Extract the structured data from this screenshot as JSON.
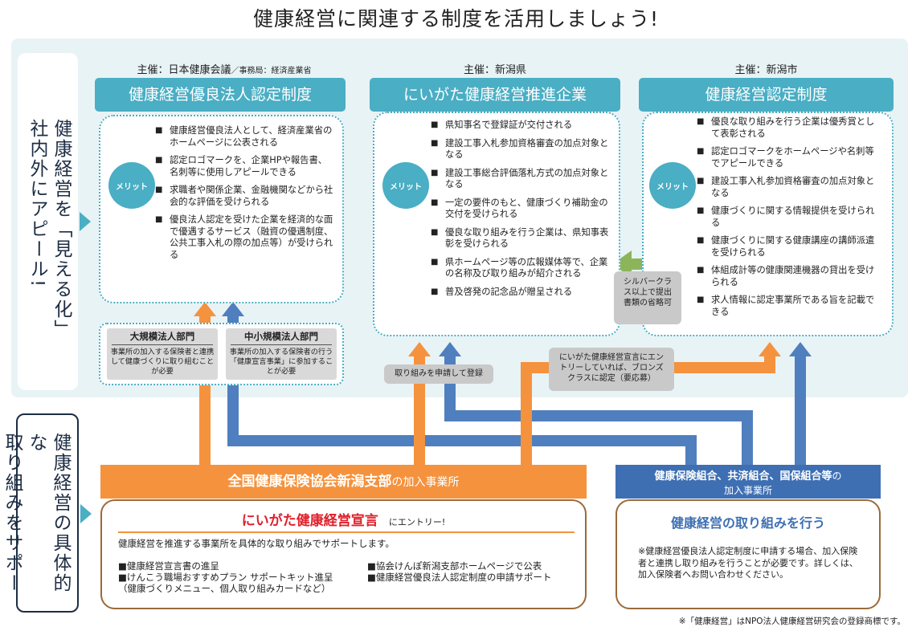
{
  "title": "健康経営に関連する制度を活用しましょう!",
  "left_labels": {
    "top": "健康経営を「見える化」\n社内外にアピール!",
    "bottom": "健康経営の具体的な\n取り組みをサポート"
  },
  "systems": [
    {
      "sponsor": "主催：日本健康会議",
      "sponsor_sub": "／事務局：経済産業省",
      "title": "健康経営優良法人認定制度",
      "merit_label": "メリット",
      "items": [
        "健康経営優良法人として、経済産業省のホームページに公表される",
        "認定ロゴマークを、企業HPや報告書、名刺等に使用しアピールできる",
        "求職者や関係企業、金融機関などから社会的な評価を受けられる",
        "優良法人認定を受けた企業を経済的な面で優遇するサービス（融資の優遇制度、公共工事入札の際の加点等）が受けられる"
      ]
    },
    {
      "sponsor": "主催：新潟県",
      "sponsor_sub": "",
      "title": "にいがた健康経営推進企業",
      "merit_label": "メリット",
      "items": [
        "県知事名で登録証が交付される",
        "建設工事入札参加資格審査の加点対象となる",
        "建設工事総合評価落札方式の加点対象となる",
        "一定の要件のもと、健康づくり補助金の交付を受けられる",
        "優良な取り組みを行う企業は、県知事表彰を受けられる",
        "県ホームページ等の広報媒体等で、企業の名称及び取り組みが紹介される",
        "普及啓発の記念品が贈呈される"
      ]
    },
    {
      "sponsor": "主催：新潟市",
      "sponsor_sub": "",
      "title": "健康経営認定制度",
      "merit_label": "メリット",
      "items": [
        "優良な取り組みを行う企業は優秀賞として表彰される",
        "認定ロゴマークをホームページや名刺等でアピールできる",
        "建設工事入札参加資格審査の加点対象となる",
        "健康づくりに関する情報提供を受けられる",
        "健康づくりに関する健康講座の講師派遣を受けられる",
        "体組成計等の健康関連機器の貸出を受けられる",
        "求人情報に認定事業所である旨を記載できる"
      ]
    }
  ],
  "corp_types": [
    {
      "title": "大規模法人部門",
      "desc": "事業所の加入する保険者と連携して健康づくりに取り組むことが必要"
    },
    {
      "title": "中小規模法人部門",
      "desc": "事業所の加入する保険者の行う「健康宣言事業」に参加することが必要"
    }
  ],
  "notes": {
    "register": "取り組みを申請して登録",
    "silver": "シルバークラス以上で提出書類の省略可",
    "bronze": "にいがた健康経営宣言にエントリーしていれば、ブロンズクラスに認定（要応募）"
  },
  "kyokai": {
    "bar_bold": "全国健康保険協会新潟支部",
    "bar_rest": "の加入事業所",
    "decl_title": "にいがた健康経営宣言",
    "decl_suffix": "にエントリー!",
    "intro": "健康経営を推進する事業所を具体的な取り組みでサポートします。",
    "col1": [
      "■健康経営宣言書の進呈",
      "■けんこう職場おすすめプラン サポートキット進呈",
      "（健康づくりメニュー、個人取り組みカードなど）"
    ],
    "col2": [
      "■協会けんぽ新潟支部ホームページで公表",
      "■健康経営優良法人認定制度の申請サポート"
    ]
  },
  "union": {
    "bar_bold": "健康保険組合、共済組合、国保組合等",
    "bar_rest": "の",
    "bar_line2": "加入事業所",
    "box_title": "健康経営の取り組みを行う",
    "box_text": "※健康経営優良法人認定制度に申請する場合、加入保険者と連携し取り組みを行うことが必要です。詳しくは、加入保険者へお問い合わせください。"
  },
  "footnote": "※「健康経営」はNPO法人健康経営研究会の登録商標です。",
  "colors": {
    "accent": "#4aaec4",
    "orange": "#f5923e",
    "blue": "#3e6fb3",
    "green": "#8cb55a",
    "red": "#e0202b"
  }
}
